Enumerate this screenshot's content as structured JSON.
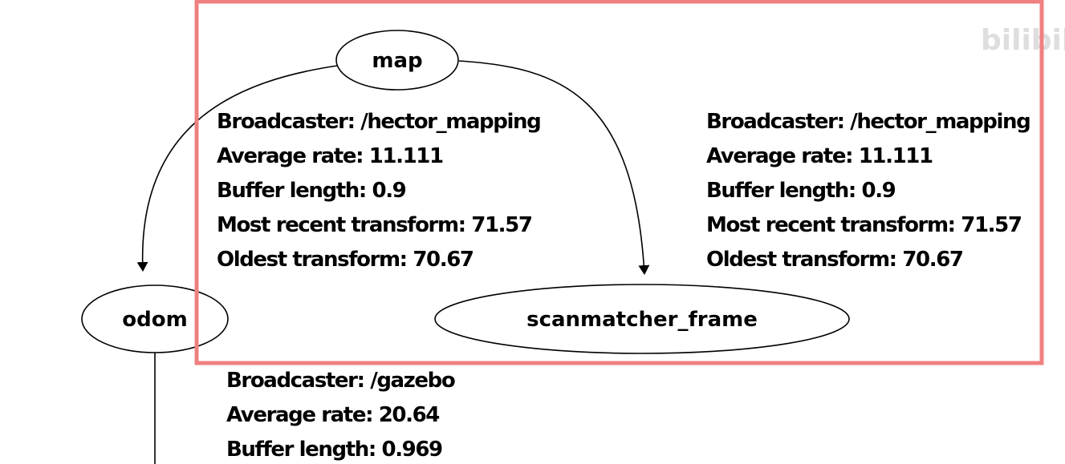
{
  "nodes": {
    "map": "map",
    "odom": "odom",
    "scanmatcher": "scanmatcher_frame"
  },
  "edges": {
    "map_odom": [
      "Broadcaster: /hector_mapping",
      "Average rate: 11.111",
      "Buffer length: 0.9",
      "Most recent transform: 71.57",
      "Oldest transform: 70.67"
    ],
    "map_scanmatcher": [
      "Broadcaster: /hector_mapping",
      "Average rate: 11.111",
      "Buffer length: 0.9",
      "Most recent transform: 71.57",
      "Oldest transform: 70.67"
    ],
    "odom_next": [
      "Broadcaster: /gazebo",
      "Average rate: 20.64",
      "Buffer length: 0.969"
    ]
  },
  "watermark": "bilibili",
  "colors": {
    "highlight": "#f08080",
    "ink": "#000000"
  }
}
